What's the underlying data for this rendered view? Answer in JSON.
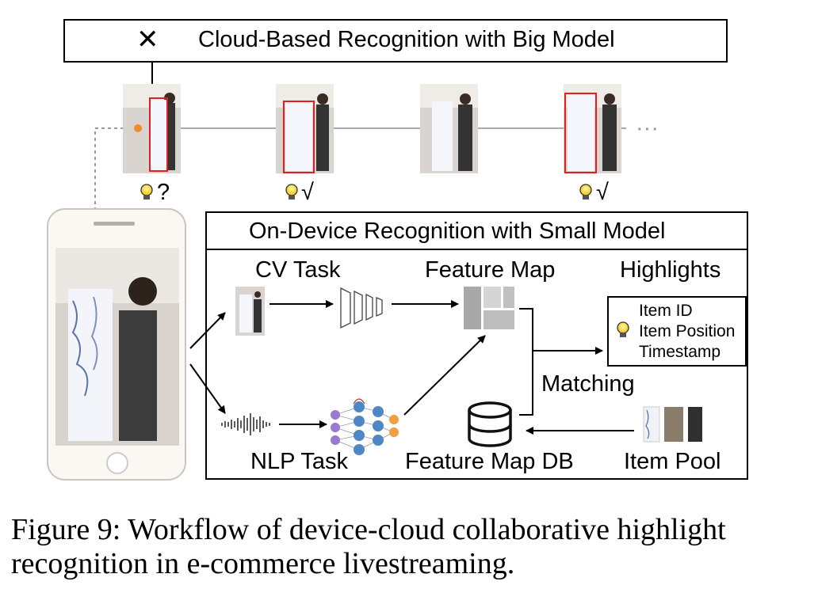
{
  "cloud": {
    "title": "Cloud-Based Recognition with Big Model",
    "frame_marks": [
      "?",
      "√",
      "",
      "√"
    ],
    "ellipsis": "···"
  },
  "device": {
    "title": "On-Device Recognition with Small Model",
    "cv_task": "CV Task",
    "nlp_task": "NLP Task",
    "feature_map": "Feature Map",
    "feature_map_db": "Feature Map DB",
    "matching": "Matching",
    "item_pool": "Item Pool",
    "highlights": {
      "title": "Highlights",
      "items": [
        "Item ID",
        "Item Position",
        "Timestamp"
      ]
    }
  },
  "caption": {
    "line1": "Figure 9: Workflow of device-cloud collaborative highlight",
    "line2": "recognition in e-commerce livestreaming."
  },
  "colors": {
    "detection_box": "#e02020",
    "bulb": "#f2c200",
    "neuron_blue": "#4f86c6",
    "neuron_orange": "#f0a040",
    "neuron_purple": "#9a7ad0"
  }
}
